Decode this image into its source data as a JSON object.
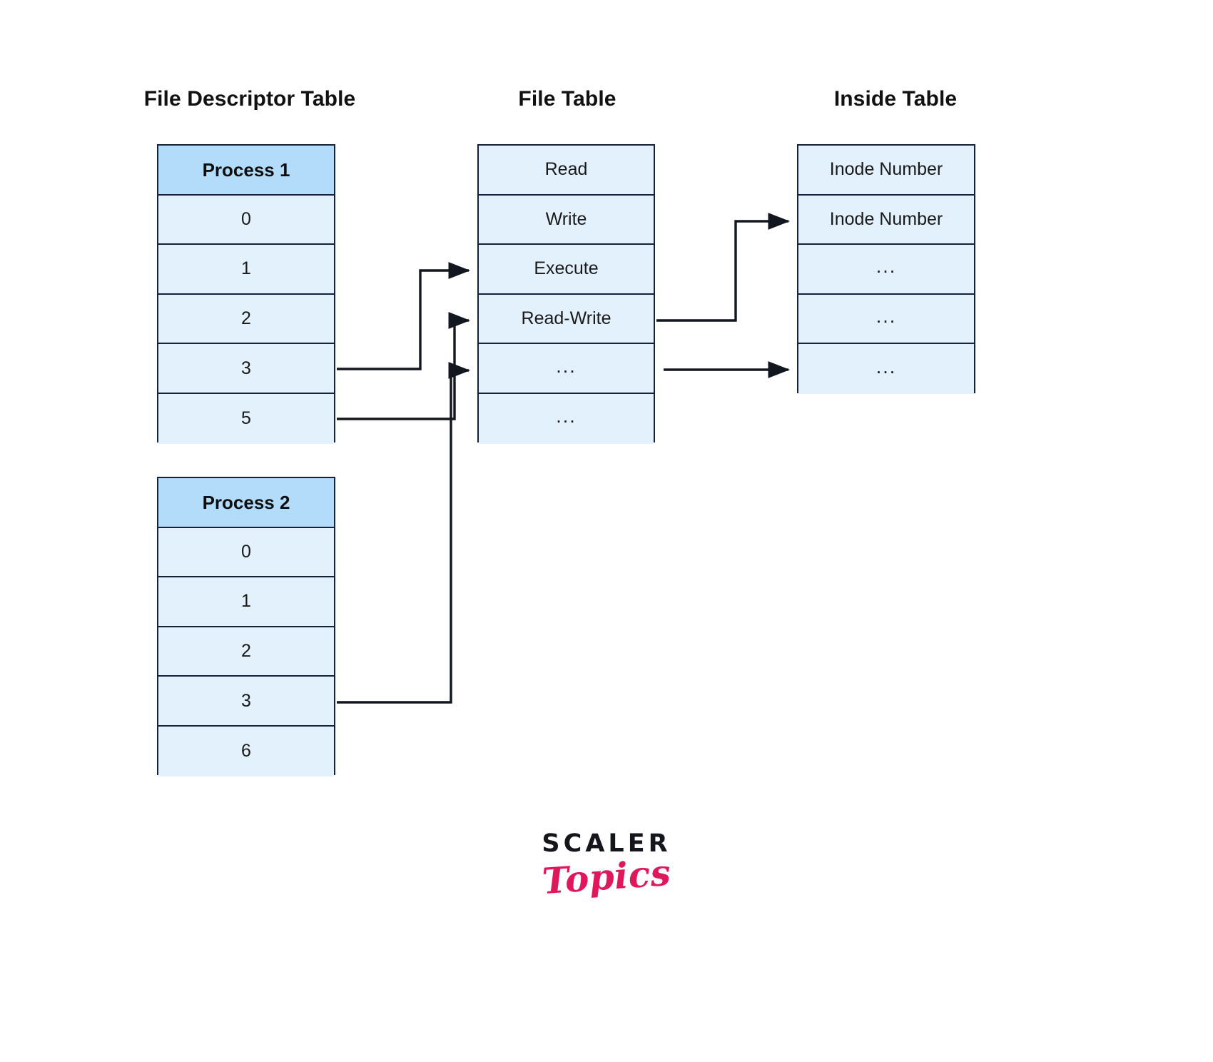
{
  "diagram": {
    "background": "#ffffff",
    "border_color": "#14223b",
    "cell_fill": "#e3f1fd",
    "header_fill": "#b3dcfb",
    "arrow_color": "#11161f"
  },
  "columns": {
    "file_descriptor_table": "File Descriptor Table",
    "file_table": "File Table",
    "inside_table": "Inside Table"
  },
  "tables": {
    "process1": {
      "header": "Process 1",
      "rows": [
        "0",
        "1",
        "2",
        "3",
        "5"
      ]
    },
    "process2": {
      "header": "Process 2",
      "rows": [
        "0",
        "1",
        "2",
        "3",
        "6"
      ]
    },
    "file_table": {
      "rows": [
        "Read",
        "Write",
        "Execute",
        "Read-Write",
        "...",
        "..."
      ]
    },
    "inside_table": {
      "rows": [
        "Inode Number",
        "Inode Number",
        "...",
        "...",
        "..."
      ]
    }
  },
  "connectors": [
    {
      "name": "process1-3-to-execute",
      "from": "Process 1 row 3",
      "to": "File Table: Execute"
    },
    {
      "name": "process1-5-to-read-write",
      "from": "Process 1 row 5",
      "to": "File Table: Read-Write"
    },
    {
      "name": "process2-3-to-dots",
      "from": "Process 2 row 3",
      "to": "File Table: ..."
    },
    {
      "name": "read-write-to-inode-2",
      "from": "File Table: Read-Write",
      "to": "Inside Table: Inode Number (row 2)"
    },
    {
      "name": "dots-to-inode-5",
      "from": "File Table: ...",
      "to": "Inside Table: ... (row 5)"
    }
  ],
  "logo": {
    "word_top": "SCALER",
    "word_bottom": "Topics",
    "accent_color": "#e0175b"
  }
}
